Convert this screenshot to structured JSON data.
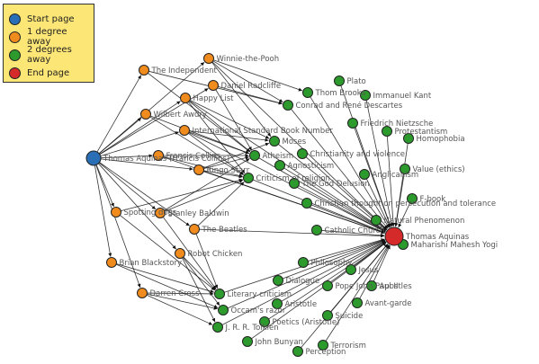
{
  "legend": {
    "items": [
      {
        "label": "Start page",
        "color": "#2a6fb5"
      },
      {
        "label": "1 degree away",
        "color": "#f08c1e"
      },
      {
        "label": "2 degrees away",
        "color": "#2c9a2c"
      },
      {
        "label": "End page",
        "color": "#d42a2a"
      }
    ]
  },
  "colors": {
    "start": "#2a6fb5",
    "degree1": "#f08c1e",
    "degree2": "#2c9a2c",
    "end": "#d42a2a",
    "edge": "#111111"
  },
  "graph": {
    "start": {
      "id": "thomas-aquinas-start",
      "label": "Thomas Aquinas (Francis Collins)"
    },
    "end": {
      "id": "thomas-aquinas-end",
      "label": "Thomas Aquinas"
    },
    "degree1": [
      {
        "id": "the-independent",
        "label": "The Independent"
      },
      {
        "id": "winnie-the-pooh",
        "label": "Winnie-the-Pooh"
      },
      {
        "id": "daniel-radcliffe",
        "label": "Daniel Radcliffe"
      },
      {
        "id": "happy-list",
        "label": "Happy List"
      },
      {
        "id": "wilbert-awdry",
        "label": "Wilbert Awdry"
      },
      {
        "id": "isbn",
        "label": "International Standard Book Number"
      },
      {
        "id": "francis-collins",
        "label": "Francis Collins"
      },
      {
        "id": "ringo-starr",
        "label": "Ringo Starr"
      },
      {
        "id": "spotting-dogs",
        "label": "Spotting dogs"
      },
      {
        "id": "stanley-baldwin",
        "label": "Stanley Baldwin"
      },
      {
        "id": "the-beatles",
        "label": "The Beatles"
      },
      {
        "id": "robot-chicken",
        "label": "Robot Chicken"
      },
      {
        "id": "brian-blackstory",
        "label": "Brian Blackstory"
      },
      {
        "id": "darren-cross",
        "label": "Darren Cross"
      }
    ],
    "degree2": [
      {
        "id": "plato",
        "label": "Plato"
      },
      {
        "id": "thom-brooks",
        "label": "Thom Brooks"
      },
      {
        "id": "immanuel-kant",
        "label": "Immanuel Kant"
      },
      {
        "id": "rene-descartes",
        "label": "Conrad and René Descartes"
      },
      {
        "id": "friedrich-nietzsche",
        "label": "Friedrich Nietzsche"
      },
      {
        "id": "protestantism",
        "label": "Protestantism"
      },
      {
        "id": "homophobia",
        "label": "Homophobia"
      },
      {
        "id": "moses",
        "label": "Moses"
      },
      {
        "id": "atheism",
        "label": "Atheism"
      },
      {
        "id": "christianity-violence",
        "label": "Christianity and violence"
      },
      {
        "id": "agnosticism",
        "label": "Agnosticism"
      },
      {
        "id": "anglicanism",
        "label": "Anglicanism"
      },
      {
        "id": "value-ethics",
        "label": "Value (ethics)"
      },
      {
        "id": "criticism-religion",
        "label": "Criticism of religion"
      },
      {
        "id": "the-god-delusion",
        "label": "The God Delusion"
      },
      {
        "id": "f-book",
        "label": "F-book"
      },
      {
        "id": "persecution-tolerance",
        "label": "Christian thought on persecution and tolerance"
      },
      {
        "id": "natural-phenomenon",
        "label": "Natural Phenomenon"
      },
      {
        "id": "catholic-church",
        "label": "Catholic Church"
      },
      {
        "id": "maharishi",
        "label": "Maharishi Mahesh Yogi"
      },
      {
        "id": "philosophy",
        "label": "Philosophy"
      },
      {
        "id": "jesus",
        "label": "Jesus"
      },
      {
        "id": "dialogue",
        "label": "Dialogue"
      },
      {
        "id": "pope-john-paul",
        "label": "Pope John Paul II"
      },
      {
        "id": "apostles",
        "label": "Apostles"
      },
      {
        "id": "literary-criticism",
        "label": "Literary criticism"
      },
      {
        "id": "aristotle",
        "label": "Aristotle"
      },
      {
        "id": "avant-garde",
        "label": "Avant-garde"
      },
      {
        "id": "occams-razor",
        "label": "Occam's razor"
      },
      {
        "id": "suicide",
        "label": "Suicide"
      },
      {
        "id": "poetics",
        "label": "Poetics (Aristotle)"
      },
      {
        "id": "jrr-tolkien",
        "label": "J. R. R. Tolkien"
      },
      {
        "id": "john-bunyan",
        "label": "John Bunyan"
      },
      {
        "id": "terrorism",
        "label": "Terrorism"
      },
      {
        "id": "perception",
        "label": "Perception"
      }
    ]
  }
}
